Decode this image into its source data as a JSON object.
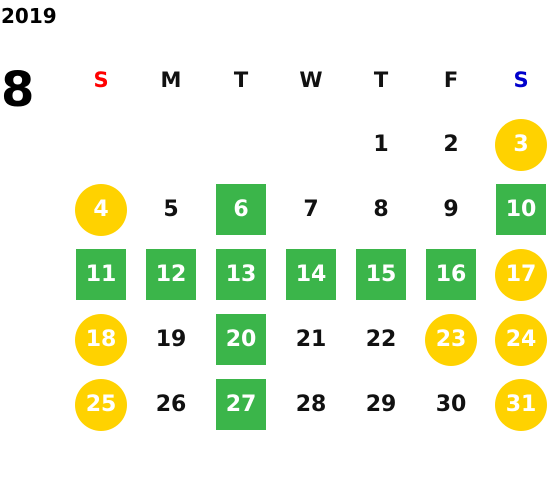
{
  "calendar": {
    "year": "2019",
    "month": "8",
    "weekdays": [
      {
        "label": "S",
        "style": "sun"
      },
      {
        "label": "M",
        "style": ""
      },
      {
        "label": "T",
        "style": ""
      },
      {
        "label": "W",
        "style": ""
      },
      {
        "label": "T",
        "style": ""
      },
      {
        "label": "F",
        "style": ""
      },
      {
        "label": "S",
        "style": "sat"
      }
    ],
    "weeks": [
      [
        null,
        null,
        null,
        null,
        {
          "day": "1",
          "mark": "none"
        },
        {
          "day": "2",
          "mark": "none"
        },
        {
          "day": "3",
          "mark": "circle"
        }
      ],
      [
        {
          "day": "4",
          "mark": "circle"
        },
        {
          "day": "5",
          "mark": "none"
        },
        {
          "day": "6",
          "mark": "square"
        },
        {
          "day": "7",
          "mark": "none"
        },
        {
          "day": "8",
          "mark": "none"
        },
        {
          "day": "9",
          "mark": "none"
        },
        {
          "day": "10",
          "mark": "square"
        }
      ],
      [
        {
          "day": "11",
          "mark": "square"
        },
        {
          "day": "12",
          "mark": "square"
        },
        {
          "day": "13",
          "mark": "square"
        },
        {
          "day": "14",
          "mark": "square"
        },
        {
          "day": "15",
          "mark": "square"
        },
        {
          "day": "16",
          "mark": "square"
        },
        {
          "day": "17",
          "mark": "circle"
        }
      ],
      [
        {
          "day": "18",
          "mark": "circle"
        },
        {
          "day": "19",
          "mark": "none"
        },
        {
          "day": "20",
          "mark": "square"
        },
        {
          "day": "21",
          "mark": "none"
        },
        {
          "day": "22",
          "mark": "none"
        },
        {
          "day": "23",
          "mark": "circle"
        },
        {
          "day": "24",
          "mark": "circle"
        }
      ],
      [
        {
          "day": "25",
          "mark": "circle"
        },
        {
          "day": "26",
          "mark": "none"
        },
        {
          "day": "27",
          "mark": "square"
        },
        {
          "day": "28",
          "mark": "none"
        },
        {
          "day": "29",
          "mark": "none"
        },
        {
          "day": "30",
          "mark": "none"
        },
        {
          "day": "31",
          "mark": "circle"
        }
      ]
    ]
  },
  "colors": {
    "square_mark": "#3bb54a",
    "circle_mark": "#ffd200",
    "sunday_header": "#ff0000",
    "saturday_header": "#0000cc"
  }
}
